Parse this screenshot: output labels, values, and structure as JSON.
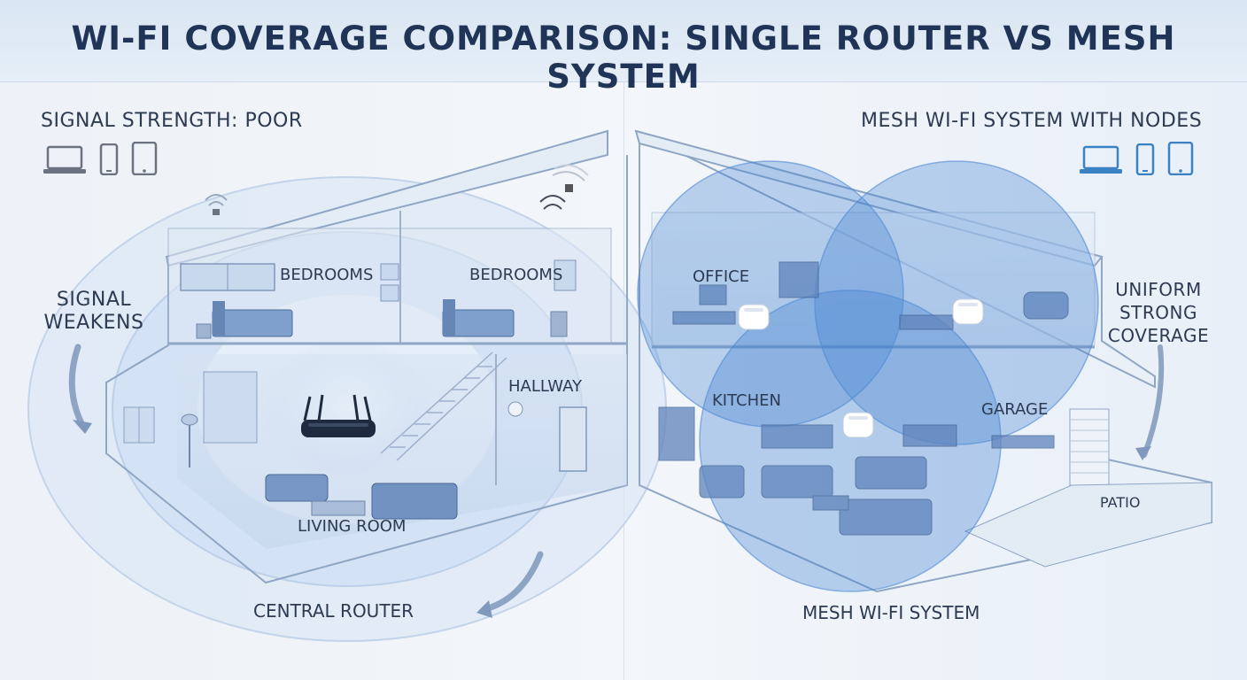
{
  "title": "WI-FI COVERAGE COMPARISON: SINGLE ROUTER VS MESH SYSTEM",
  "left_panel": {
    "signal_status": "SIGNAL STRENGTH: POOR",
    "signal_weakens": [
      "SIGNAL",
      "WEAKENS"
    ],
    "rooms": {
      "bedroom_left": "BEDROOMS",
      "bedroom_right": "BEDROOMS",
      "hallway": "HALLWAY",
      "living_room": "LIVING ROOM"
    },
    "router_label": "CENTRAL ROUTER",
    "device_icons": [
      "laptop-icon",
      "phone-icon",
      "tablet-icon"
    ],
    "device_color": "#6b7280"
  },
  "right_panel": {
    "system_heading": "MESH WI-FI SYSTEM WITH NODES",
    "coverage_note": [
      "UNIFORM",
      "STRONG",
      "COVERAGE"
    ],
    "rooms": {
      "office": "OFFICE",
      "kitchen": "KITCHEN",
      "garage": "GARAGE",
      "patio": "PATIO"
    },
    "system_label": "MESH WI-FI SYSTEM",
    "device_icons": [
      "laptop-icon",
      "phone-icon",
      "tablet-icon"
    ],
    "device_color": "#3b82c4"
  },
  "colors": {
    "title": "#1f3456",
    "coverage_blue": "#3f7fd0",
    "house_line": "#8fa6c4",
    "router_dark": "#1e2b3e"
  }
}
